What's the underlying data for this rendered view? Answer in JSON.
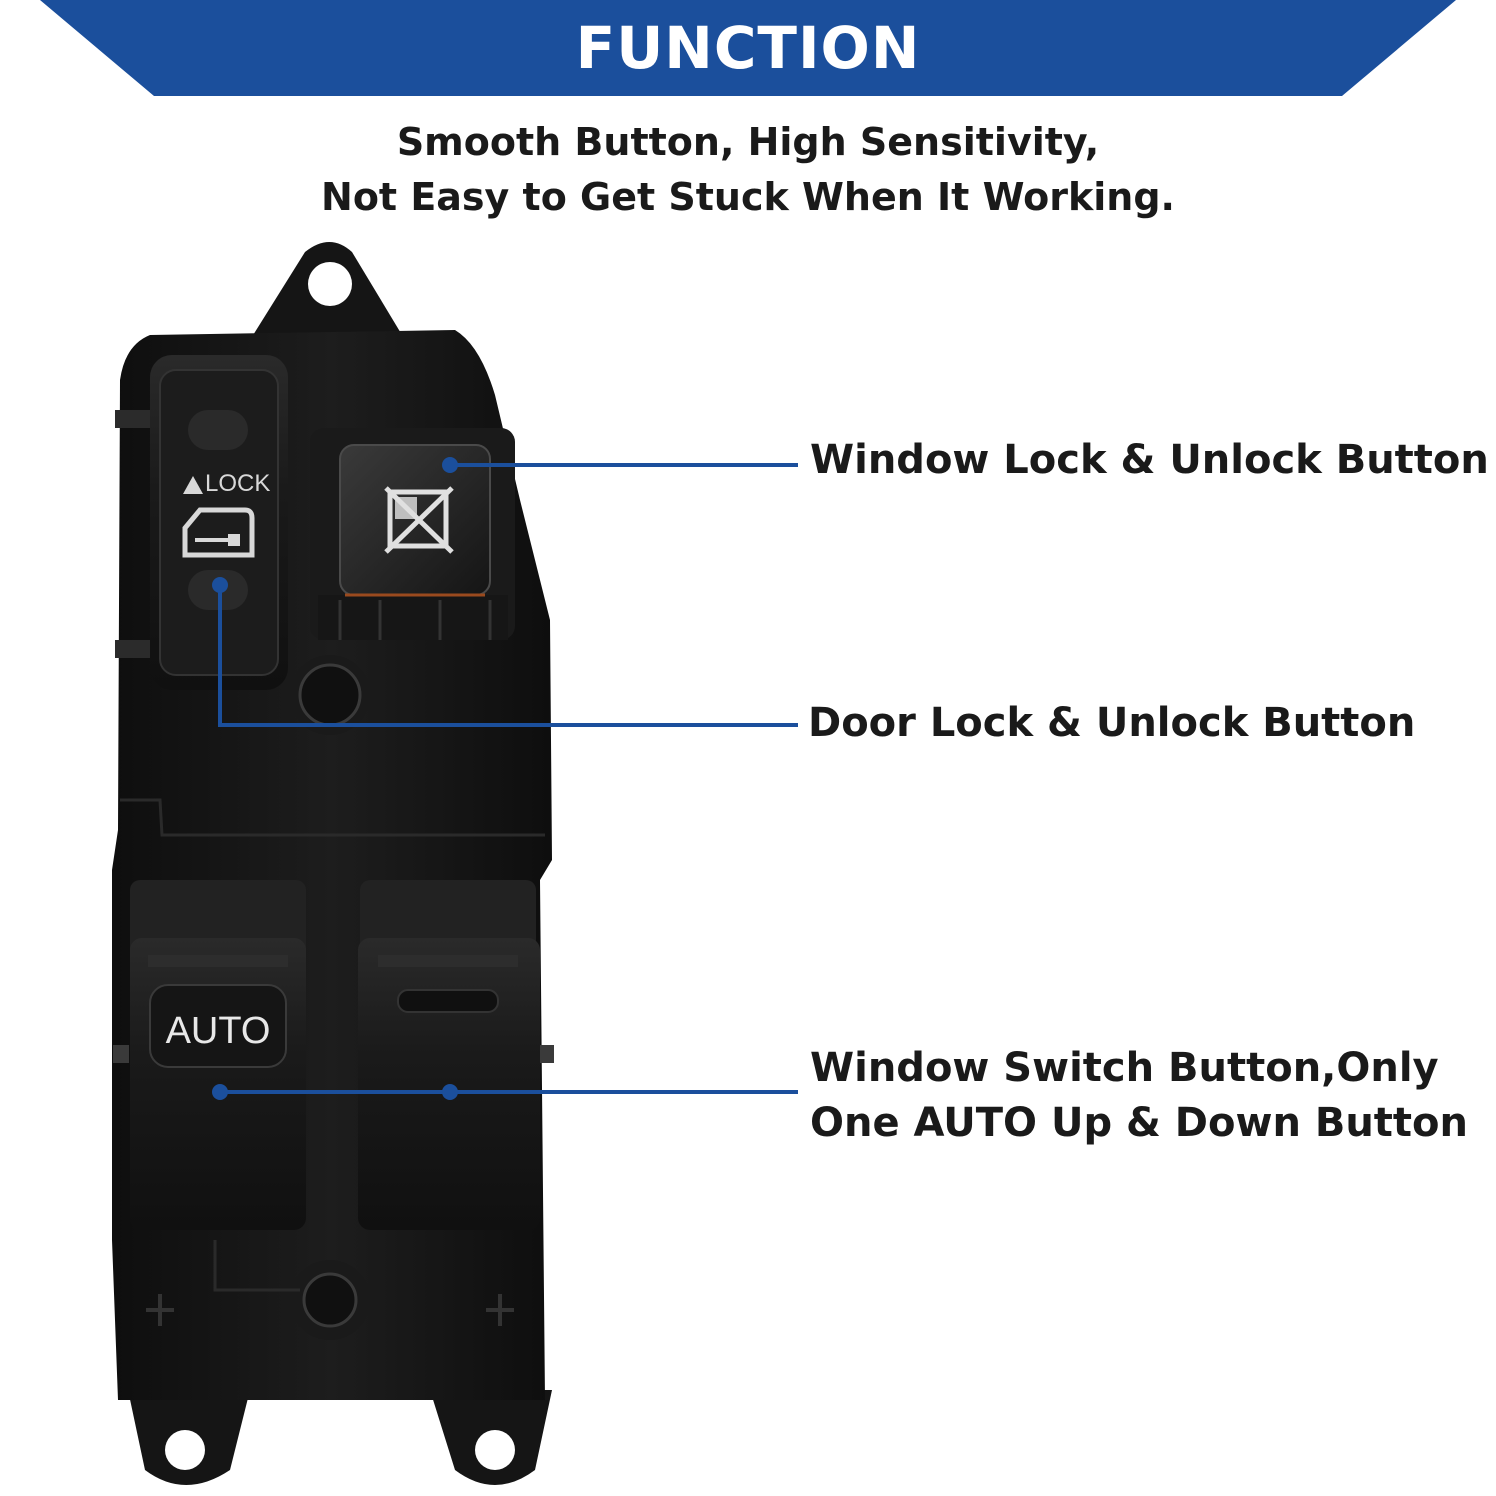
{
  "banner": {
    "title": "FUNCTION",
    "color": "#1b4f9c"
  },
  "subtitle": {
    "line1": "Smooth Button, High Sensitivity,",
    "line2": "Not Easy to Get Stuck When It Working."
  },
  "switch_labels": {
    "lock": "LOCK",
    "auto": "AUTO"
  },
  "callouts": {
    "window_lock": "Window Lock & Unlock Button",
    "door_lock": "Door Lock & Unlock Button",
    "window_switch_line1": "Window Switch Button,Only",
    "window_switch_line2": "One AUTO Up & Down Button"
  },
  "colors": {
    "leader_line": "#1b4f9c",
    "switch_body": "#141414"
  }
}
